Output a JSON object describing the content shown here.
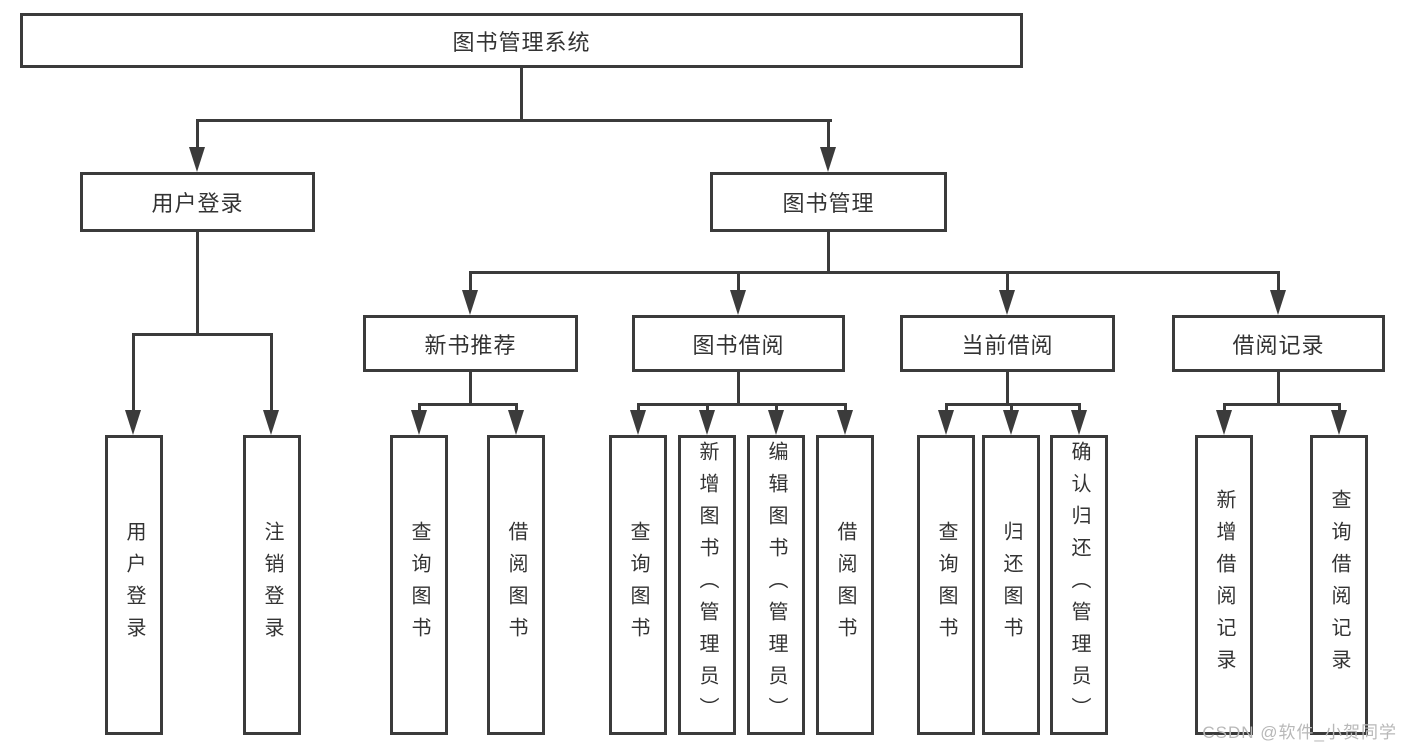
{
  "diagram": {
    "root": {
      "label": "图书管理系统"
    },
    "level2": {
      "user_login": {
        "label": "用户登录"
      },
      "book_management": {
        "label": "图书管理"
      }
    },
    "level3": {
      "new_book_recommend": {
        "label": "新书推荐"
      },
      "book_borrow": {
        "label": "图书借阅"
      },
      "current_borrow": {
        "label": "当前借阅"
      },
      "borrow_records": {
        "label": "借阅记录"
      }
    },
    "leaves": {
      "user_login": [
        "用户登录",
        "注销登录"
      ],
      "new_book_recommend": [
        "查询图书",
        "借阅图书"
      ],
      "book_borrow": [
        "查询图书",
        "新增图书（管理员）",
        "编辑图书（管理员）",
        "借阅图书"
      ],
      "current_borrow": [
        "查询图书",
        "归还图书",
        "确认归还（管理员）"
      ],
      "borrow_records": [
        "新增借阅记录",
        "查询借阅记录"
      ]
    },
    "colors": {
      "line": "#3b3b3b",
      "text": "#333333",
      "background": "#ffffff",
      "watermark": "#b8b8b8"
    }
  },
  "watermark": {
    "text": "CSDN @软件_小贺同学"
  }
}
